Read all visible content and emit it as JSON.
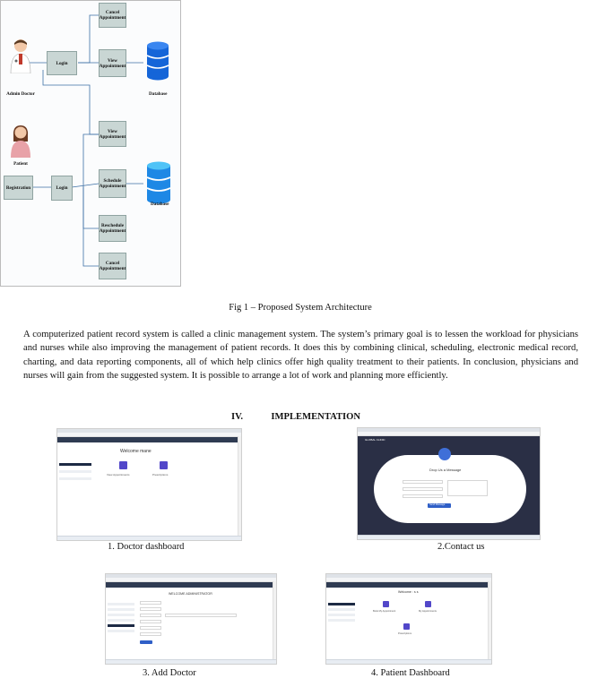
{
  "figure1": {
    "nodes": {
      "cancel_top": "Cancel Appointment",
      "login_doctor": "Login",
      "view_appointment_top": "View Appointment",
      "view_appointment_mid": "View Appointment",
      "registration": "Registration",
      "login_patient": "Login",
      "schedule_appointment": "Schedule Appointment",
      "reschedule_appointment": "Reschedule Appointment",
      "cancel_bottom": "Cancel Appointment"
    },
    "actors": {
      "admin_doctor": "Admin Doctor",
      "patient": "Patient"
    },
    "databases": {
      "top": "Database",
      "bottom": "Database"
    },
    "caption": "Fig 1 – Proposed System Architecture"
  },
  "paragraph": "A computerized patient record system is called a clinic management system. The system’s primary goal is to lessen the workload for physicians and nurses while also improving the management of patient records. It does this by combining clinical, scheduling, electronic medical record, charting, and data reporting components, all of which help clinics offer high quality treatment to their patients. In conclusion, physicians and nurses will gain from the suggested system. It is possible to arrange a lot of work and planning more efficiently.",
  "section": {
    "number": "IV.",
    "title": "IMPLEMENTATION"
  },
  "screenshots": {
    "doctor_dashboard": {
      "heading": "Welcome mane",
      "card1": "View Appointments",
      "card2": "Prescriptions",
      "caption": "1. Doctor dashboard"
    },
    "contact_us": {
      "brand": "GLOBAL CLINIC",
      "heading": "Drop Us a Message",
      "button": "Send Message",
      "caption": "2.Contact us"
    },
    "add_doctor": {
      "heading": "WELCOME ADMINISTRATOR",
      "caption": "3. Add Doctor"
    },
    "patient_dashboard": {
      "heading": "Welcome : s s",
      "card1": "Book My Appointment",
      "card2": "My Appointments",
      "card3": "Prescriptions",
      "caption": "4. Patient Dashboard"
    }
  },
  "colors": {
    "node_fill": "#c9d6d4",
    "database_blue": "#1565d8",
    "screenshot_nav": "#2f3b52",
    "accent_purple": "#5247c9",
    "contact_bg": "#2a2f45"
  }
}
